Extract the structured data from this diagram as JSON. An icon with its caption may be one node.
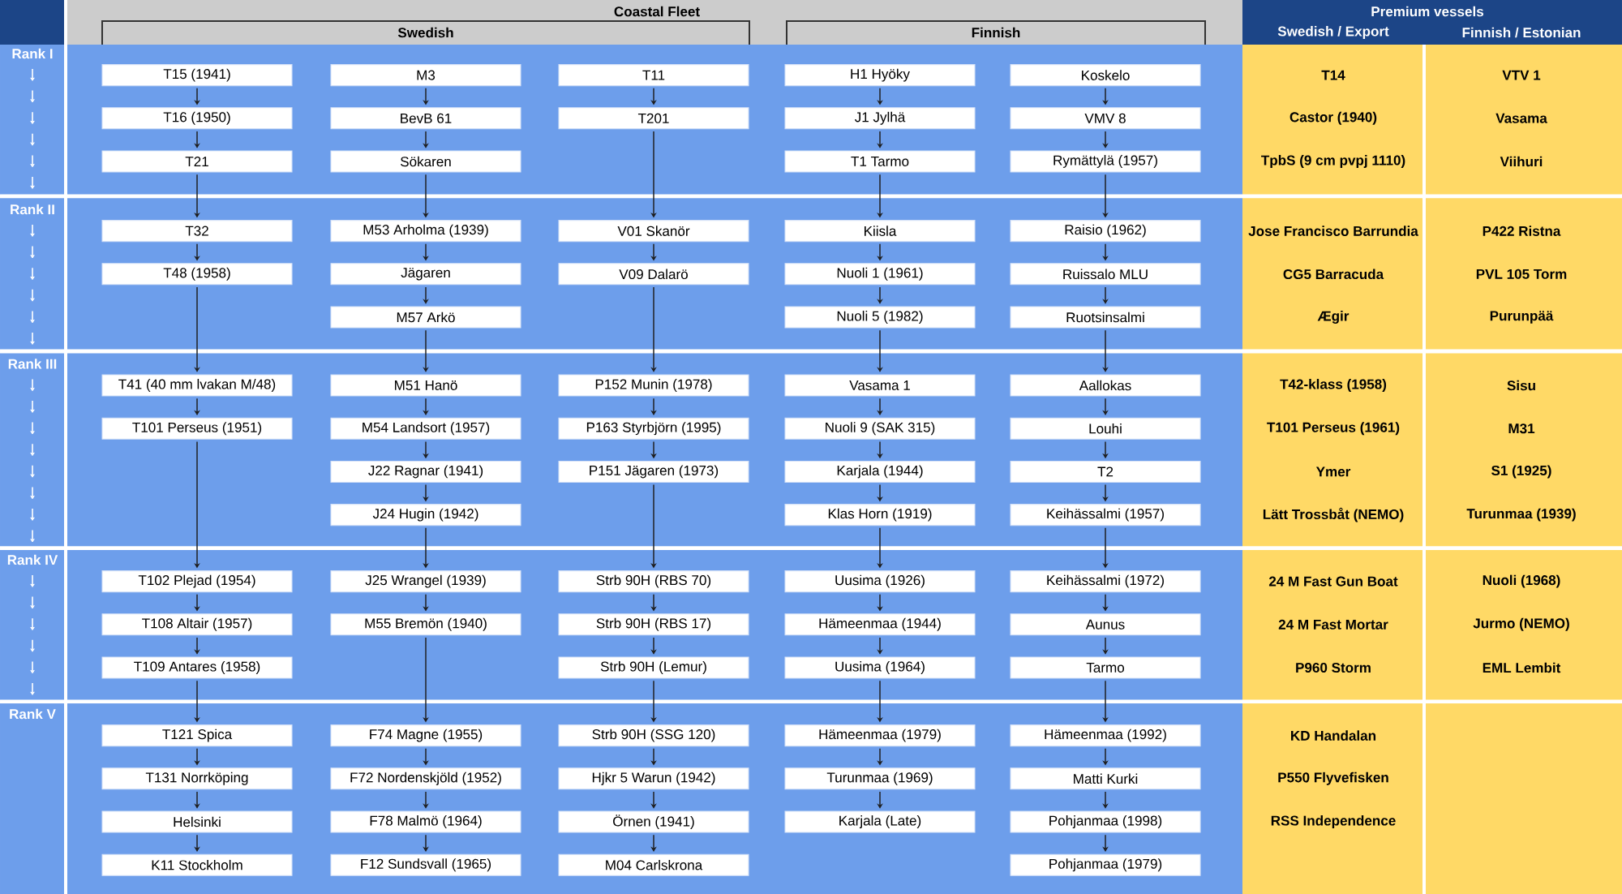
{
  "diagram": {
    "nodes": [
      {
        "text": [
          "T15 (1941)"
        ]
      },
      {
        "text": [
          "M3"
        ]
      },
      {
        "text": [
          "T11"
        ]
      },
      {
        "text": [
          "H1 Hyöky"
        ]
      },
      {
        "text": [
          "Koskelo"
        ]
      },
      {
        "text": [
          "T16 (1950)"
        ]
      },
      {
        "text": [
          "BevB 61"
        ]
      },
      {
        "text": [
          "T201"
        ]
      },
      {
        "text": [
          "J1 Jylhä"
        ]
      },
      {
        "text": [
          "VMV 8"
        ]
      },
      {
        "text": [
          "T21"
        ]
      },
      {
        "text": [
          "Sökaren"
        ]
      },
      {
        "text": [
          "T1 Tarmo"
        ]
      },
      {
        "text": [
          "Rymättylä (1957)"
        ]
      },
      {
        "text": [
          "T32"
        ]
      },
      {
        "text": [
          "M53 Arholma (1939)"
        ]
      },
      {
        "text": [
          "V01 Skanör"
        ]
      },
      {
        "text": [
          "Kiisla"
        ]
      },
      {
        "text": [
          "Raisio (1962)"
        ]
      },
      {
        "text": [
          "T48 (1958)"
        ]
      },
      {
        "text": [
          "Jägaren"
        ]
      },
      {
        "text": [
          "V09 Dalarö"
        ]
      },
      {
        "text": [
          "Nuoli 1 (1961)"
        ]
      },
      {
        "text": [
          "Ruissalo MLU"
        ]
      },
      {
        "text": [
          "M57 Arkö"
        ]
      },
      {
        "text": [
          "Nuoli 5 (1982)"
        ]
      },
      {
        "text": [
          "Ruotsinsalmi"
        ]
      },
      {
        "text": [
          "T41 (40 mm lvakan M/48)"
        ]
      },
      {
        "text": [
          "M51 Hanö"
        ]
      },
      {
        "text": [
          "P152 Munin (1978)"
        ]
      },
      {
        "text": [
          "Vasama 1"
        ]
      },
      {
        "text": [
          "Aallokas"
        ]
      },
      {
        "text": [
          "T101 Perseus (1951)"
        ]
      },
      {
        "text": [
          "M54 Landsort (1957)"
        ]
      },
      {
        "text": [
          "P163 Styrbjörn (1995)"
        ]
      },
      {
        "text": [
          "Nuoli 9 (SAK 315)"
        ]
      },
      {
        "text": [
          "Louhi"
        ]
      },
      {
        "text": [
          "J22 Ragnar (1941)"
        ]
      },
      {
        "text": [
          "P151 Jägaren (1973)"
        ]
      },
      {
        "text": [
          "Karjala (1944)"
        ]
      },
      {
        "text": [
          "T2"
        ]
      },
      {
        "text": [
          "J24 Hugin (1942)"
        ]
      },
      {
        "text": [
          "Klas Horn (1919)"
        ]
      },
      {
        "text": [
          "Keihässalmi (1957)"
        ]
      },
      {
        "text": [
          "T102 Plejad (1954)"
        ]
      },
      {
        "text": [
          "J25 Wrangel (1939)"
        ]
      },
      {
        "text": [
          "Strb 90H (RBS 70)"
        ]
      },
      {
        "text": [
          "Uusima (1926)"
        ]
      },
      {
        "text": [
          "Keihässalmi (1972)"
        ]
      },
      {
        "text": [
          "T108 Altair (1957)"
        ]
      },
      {
        "text": [
          "M55 Bremön (1940)"
        ]
      },
      {
        "text": [
          "Strb 90H (RBS 17)"
        ]
      },
      {
        "text": [
          "Hämeenmaa (1944)"
        ]
      },
      {
        "text": [
          "Aunus"
        ]
      },
      {
        "text": [
          "T109 Antares (1958)"
        ]
      },
      {
        "text": [
          "Strb 90H (Lemur)"
        ]
      },
      {
        "text": [
          "Uusima (1964)"
        ]
      },
      {
        "text": [
          "Tarmo"
        ]
      },
      {
        "text": [
          "T121 Spica"
        ]
      },
      {
        "text": [
          "F74 Magne (1955)"
        ]
      },
      {
        "text": [
          "Strb 90H (SSG 120)"
        ]
      },
      {
        "text": [
          "Hämeenmaa (1979)"
        ]
      },
      {
        "text": [
          "Hämeenmaa (1992)"
        ]
      },
      {
        "text": [
          "T131 Norrköping"
        ]
      },
      {
        "text": [
          "F72 Nordenskjöld (1952)"
        ]
      },
      {
        "text": [
          "Hjkr 5 Warun (1942)"
        ]
      },
      {
        "text": [
          "Turunmaa (1969)"
        ]
      },
      {
        "text": [
          "Matti Kurki"
        ]
      },
      {
        "text": [
          "Helsinki"
        ]
      },
      {
        "text": [
          "F78 Malmö (1964)"
        ]
      },
      {
        "text": [
          "Örnen (1941)"
        ]
      },
      {
        "text": [
          "Karjala (Late)"
        ]
      },
      {
        "text": [
          "Pohjanmaa (1998)"
        ]
      },
      {
        "text": [
          "K11 Stockholm"
        ]
      },
      {
        "text": [
          "F12 Sundsvall (1965)"
        ]
      },
      {
        "text": [
          "M04 Carlskrona"
        ]
      },
      {
        "text": [
          "Pohjanmaa (1979)"
        ]
      }
    ],
    "edges": [
      {
        "from": 0,
        "to": 5,
        "arrow": "to"
      },
      {
        "from": 5,
        "to": 10,
        "arrow": "to"
      },
      {
        "from": 10,
        "to": 14,
        "arrow": "to"
      },
      {
        "from": 14,
        "to": 19,
        "arrow": "to"
      },
      {
        "from": 19,
        "to": 27,
        "arrow": "to"
      },
      {
        "from": 27,
        "to": 32,
        "arrow": "to"
      },
      {
        "from": 32,
        "to": 44,
        "arrow": "to"
      },
      {
        "from": 44,
        "to": 49,
        "arrow": "to"
      },
      {
        "from": 49,
        "to": 54,
        "arrow": "to"
      },
      {
        "from": 54,
        "to": 58,
        "arrow": "to"
      },
      {
        "from": 58,
        "to": 63,
        "arrow": "to"
      },
      {
        "from": 63,
        "to": 68,
        "arrow": "to"
      },
      {
        "from": 68,
        "to": 73,
        "arrow": "to"
      },
      {
        "from": 1,
        "to": 6,
        "arrow": "to"
      },
      {
        "from": 6,
        "to": 11,
        "arrow": "to"
      },
      {
        "from": 11,
        "to": 15,
        "arrow": "to"
      },
      {
        "from": 15,
        "to": 20,
        "arrow": "to"
      },
      {
        "from": 20,
        "to": 24,
        "arrow": "to"
      },
      {
        "from": 24,
        "to": 28,
        "arrow": "to"
      },
      {
        "from": 28,
        "to": 33,
        "arrow": "to"
      },
      {
        "from": 33,
        "to": 37,
        "arrow": "to"
      },
      {
        "from": 37,
        "to": 41,
        "arrow": "to"
      },
      {
        "from": 41,
        "to": 45,
        "arrow": "to"
      },
      {
        "from": 45,
        "to": 50,
        "arrow": "to"
      },
      {
        "from": 50,
        "to": 59,
        "arrow": "to"
      },
      {
        "from": 59,
        "to": 64,
        "arrow": "to"
      },
      {
        "from": 64,
        "to": 69,
        "arrow": "to"
      },
      {
        "from": 69,
        "to": 74,
        "arrow": "to"
      },
      {
        "from": 2,
        "to": 7,
        "arrow": "to"
      },
      {
        "from": 7,
        "to": 16,
        "arrow": "to"
      },
      {
        "from": 16,
        "to": 21,
        "arrow": "to"
      },
      {
        "from": 21,
        "to": 29,
        "arrow": "to"
      },
      {
        "from": 29,
        "to": 34,
        "arrow": "to"
      },
      {
        "from": 34,
        "to": 38,
        "arrow": "to"
      },
      {
        "from": 38,
        "to": 46,
        "arrow": "to"
      },
      {
        "from": 46,
        "to": 51,
        "arrow": "to"
      },
      {
        "from": 51,
        "to": 55,
        "arrow": "to"
      },
      {
        "from": 55,
        "to": 60,
        "arrow": "to"
      },
      {
        "from": 60,
        "to": 65,
        "arrow": "to"
      },
      {
        "from": 65,
        "to": 70,
        "arrow": "to"
      },
      {
        "from": 70,
        "to": 75,
        "arrow": "to"
      },
      {
        "from": 3,
        "to": 8,
        "arrow": "to"
      },
      {
        "from": 8,
        "to": 12,
        "arrow": "to"
      },
      {
        "from": 12,
        "to": 17,
        "arrow": "to"
      },
      {
        "from": 17,
        "to": 22,
        "arrow": "to"
      },
      {
        "from": 22,
        "to": 25,
        "arrow": "to"
      },
      {
        "from": 25,
        "to": 30,
        "arrow": "to"
      },
      {
        "from": 30,
        "to": 35,
        "arrow": "to"
      },
      {
        "from": 35,
        "to": 39,
        "arrow": "to"
      },
      {
        "from": 39,
        "to": 42,
        "arrow": "to"
      },
      {
        "from": 42,
        "to": 47,
        "arrow": "to"
      },
      {
        "from": 47,
        "to": 52,
        "arrow": "to"
      },
      {
        "from": 52,
        "to": 56,
        "arrow": "to"
      },
      {
        "from": 56,
        "to": 61,
        "arrow": "to"
      },
      {
        "from": 61,
        "to": 66,
        "arrow": "to"
      },
      {
        "from": 66,
        "to": 71,
        "arrow": "to"
      },
      {
        "from": 4,
        "to": 9,
        "arrow": "to"
      },
      {
        "from": 9,
        "to": 13,
        "arrow": "to"
      },
      {
        "from": 13,
        "to": 18,
        "arrow": "to"
      },
      {
        "from": 18,
        "to": 23,
        "arrow": "to"
      },
      {
        "from": 23,
        "to": 26,
        "arrow": "to"
      },
      {
        "from": 26,
        "to": 31,
        "arrow": "to"
      },
      {
        "from": 31,
        "to": 36,
        "arrow": "to"
      },
      {
        "from": 36,
        "to": 40,
        "arrow": "to"
      },
      {
        "from": 40,
        "to": 43,
        "arrow": "to"
      },
      {
        "from": 43,
        "to": 48,
        "arrow": "to"
      },
      {
        "from": 48,
        "to": 53,
        "arrow": "to"
      },
      {
        "from": 53,
        "to": 57,
        "arrow": "to"
      },
      {
        "from": 57,
        "to": 62,
        "arrow": "to"
      },
      {
        "from": 62,
        "to": 67,
        "arrow": "to"
      },
      {
        "from": 67,
        "to": 72,
        "arrow": "to"
      },
      {
        "from": 72,
        "to": 76,
        "arrow": "to"
      }
    ],
    "labels": [
      "Coastal Fleet",
      "Swedish",
      "Finnish",
      "Premium vessels",
      "Swedish / Export",
      "Finnish / Estonian",
      "Rank I",
      "T14",
      "VTV 1",
      "Castor (1940)",
      "Vasama",
      "TpbS (9 cm pvpj 1110)",
      "Viihuri",
      "Rank II",
      "Jose Francisco Barrundia",
      "P422 Ristna",
      "CG5 Barracuda",
      "PVL 105 Torm",
      "Ægir",
      "Purunpää",
      "Rank III",
      "T42-klass (1958)",
      "Sisu",
      "T101 Perseus (1961)",
      "M31",
      "Ymer",
      "S1 (1925)",
      "Lätt Trossbåt (NEMO)",
      "Turunmaa (1939)",
      "Rank IV",
      "24 M Fast Gun Boat",
      "Nuoli (1968)",
      "24 M Fast Mortar",
      "Jurmo (NEMO)",
      "P960 Storm",
      "EML Lembit",
      "Rank V",
      "KD Handalan",
      "P550 Flyvefisken",
      "RSS Independence"
    ]
  }
}
